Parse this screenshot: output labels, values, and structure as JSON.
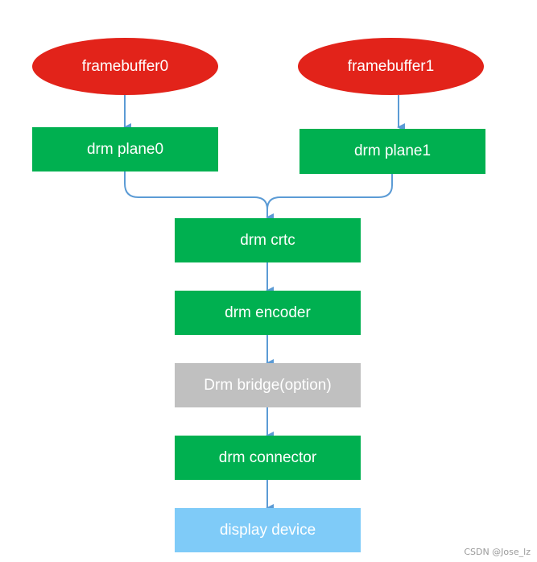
{
  "colors": {
    "framebuffer": "#e2231a",
    "drm": "#00b050",
    "bridge": "#c0c0c0",
    "display": "#7fcbf8",
    "connector_line": "#5b9bd5"
  },
  "nodes": {
    "framebuffer0": "framebuffer0",
    "framebuffer1": "framebuffer1",
    "plane0": "drm plane0",
    "plane1": "drm plane1",
    "crtc": "drm crtc",
    "encoder": "drm encoder",
    "bridge": "Drm bridge(option)",
    "connector": "drm connector",
    "display": "display device"
  },
  "watermark": "CSDN @Jose_lz"
}
